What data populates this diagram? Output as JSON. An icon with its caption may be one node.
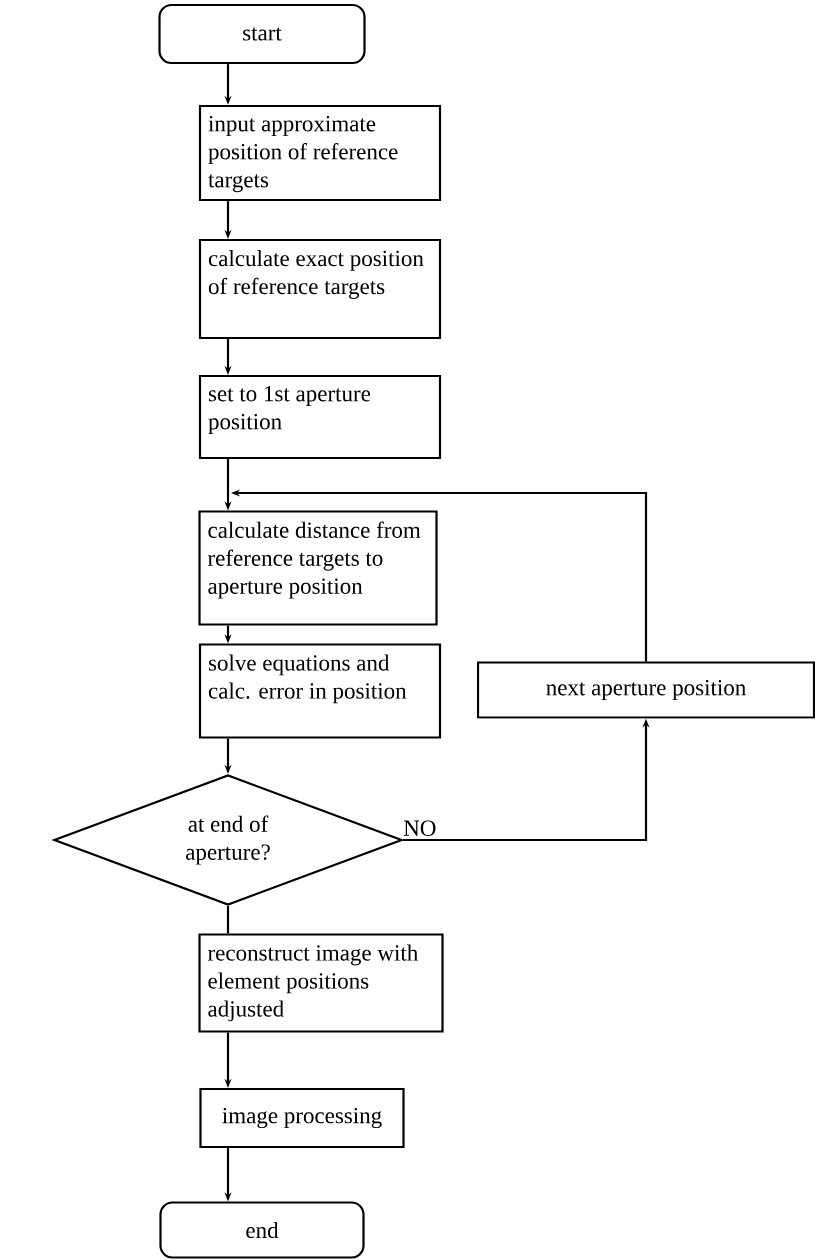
{
  "diagram": {
    "nodes": [
      {
        "text": [
          "start"
        ]
      },
      {
        "text": [
          "input approximate position of reference targets"
        ]
      },
      {
        "text": [
          "calculate exact position of reference targets"
        ]
      },
      {
        "text": [
          "set to 1st aperture position"
        ]
      },
      {
        "text": [
          "calculate distance from reference targets to aperture position"
        ]
      },
      {
        "text": [
          "solve equations and calc. error in position"
        ]
      },
      {
        "text": [
          "at end of aperture?"
        ]
      },
      {
        "text": [
          "reconstruct image with element positions adjusted"
        ]
      },
      {
        "text": [
          "image processing"
        ]
      },
      {
        "text": [
          "end"
        ]
      },
      {
        "text": [
          "next aperture position"
        ]
      }
    ],
    "edges": [
      {
        "from": 0,
        "to": 1,
        "arrow": "to"
      },
      {
        "from": 1,
        "to": 2,
        "arrow": "to"
      },
      {
        "from": 2,
        "to": 3,
        "arrow": "to"
      },
      {
        "from": 3,
        "to": 4,
        "arrow": "to"
      },
      {
        "from": 4,
        "to": 5,
        "arrow": "to"
      },
      {
        "from": 5,
        "to": 6,
        "arrow": "to"
      },
      {
        "from": 6,
        "to": 7,
        "arrow": "none"
      },
      {
        "from": 7,
        "to": 8,
        "arrow": "to"
      },
      {
        "from": 8,
        "to": 9,
        "arrow": "to"
      },
      {
        "from": 6,
        "to": 10,
        "arrow": "to",
        "label": "NO"
      },
      {
        "from": 10,
        "to": 4,
        "arrow": "to"
      }
    ]
  }
}
